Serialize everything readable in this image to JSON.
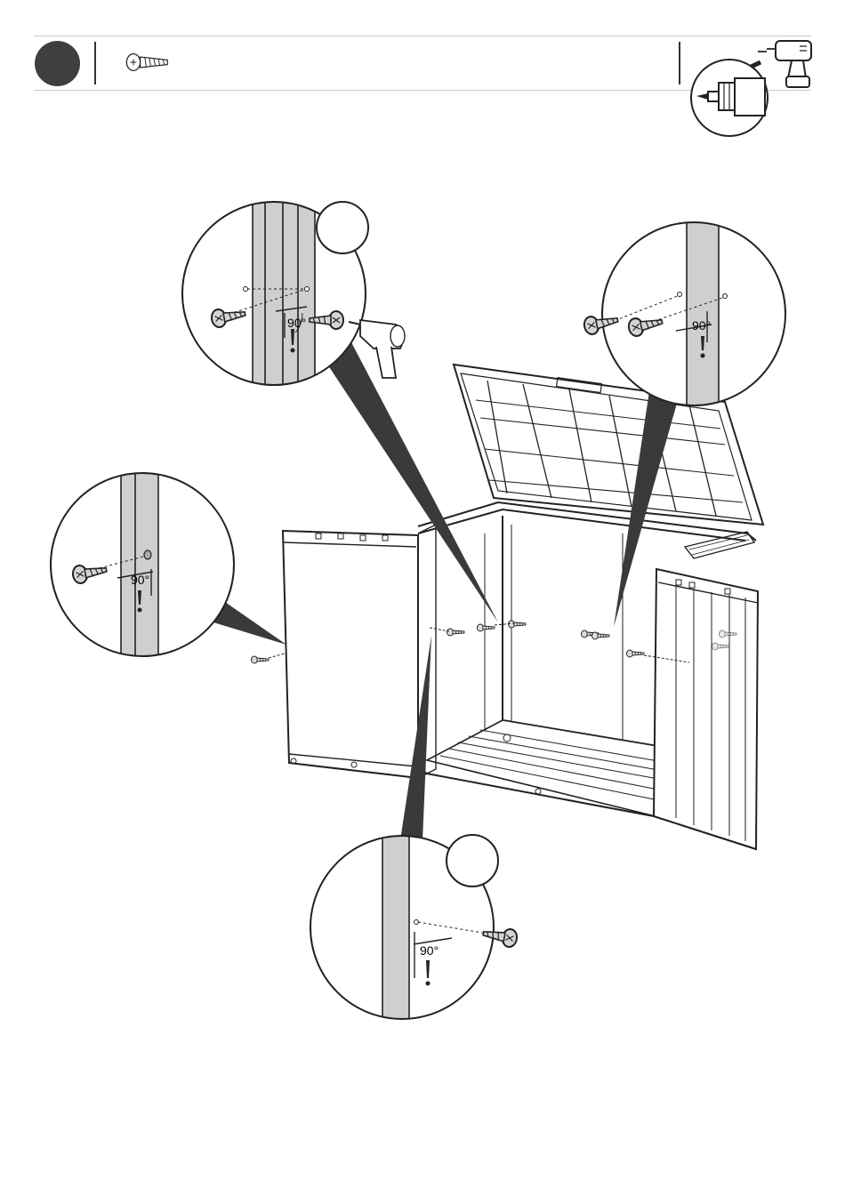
{
  "step": {
    "number": ""
  },
  "parts": [
    {
      "icon": "screw-icon",
      "quantity": ""
    }
  ],
  "tool": {
    "icon": "power-drill-icon"
  },
  "callouts": [
    {
      "name": "detail-left-wall",
      "angle": "90°",
      "warning_icon": "exclamation-icon"
    },
    {
      "name": "detail-back-wall-left",
      "angle": "90°",
      "warning_icon": "exclamation-icon",
      "quantity_badge": ""
    },
    {
      "name": "detail-back-wall-right",
      "angle": "90°",
      "warning_icon": "exclamation-icon"
    },
    {
      "name": "detail-right-door",
      "angle": "90°",
      "warning_icon": "exclamation-icon",
      "quantity_badge": ""
    }
  ],
  "colors": {
    "badge": "#3f3f3f",
    "line": "#222222",
    "panel": "#cfcfcf",
    "pointer": "#3a3a3a"
  }
}
